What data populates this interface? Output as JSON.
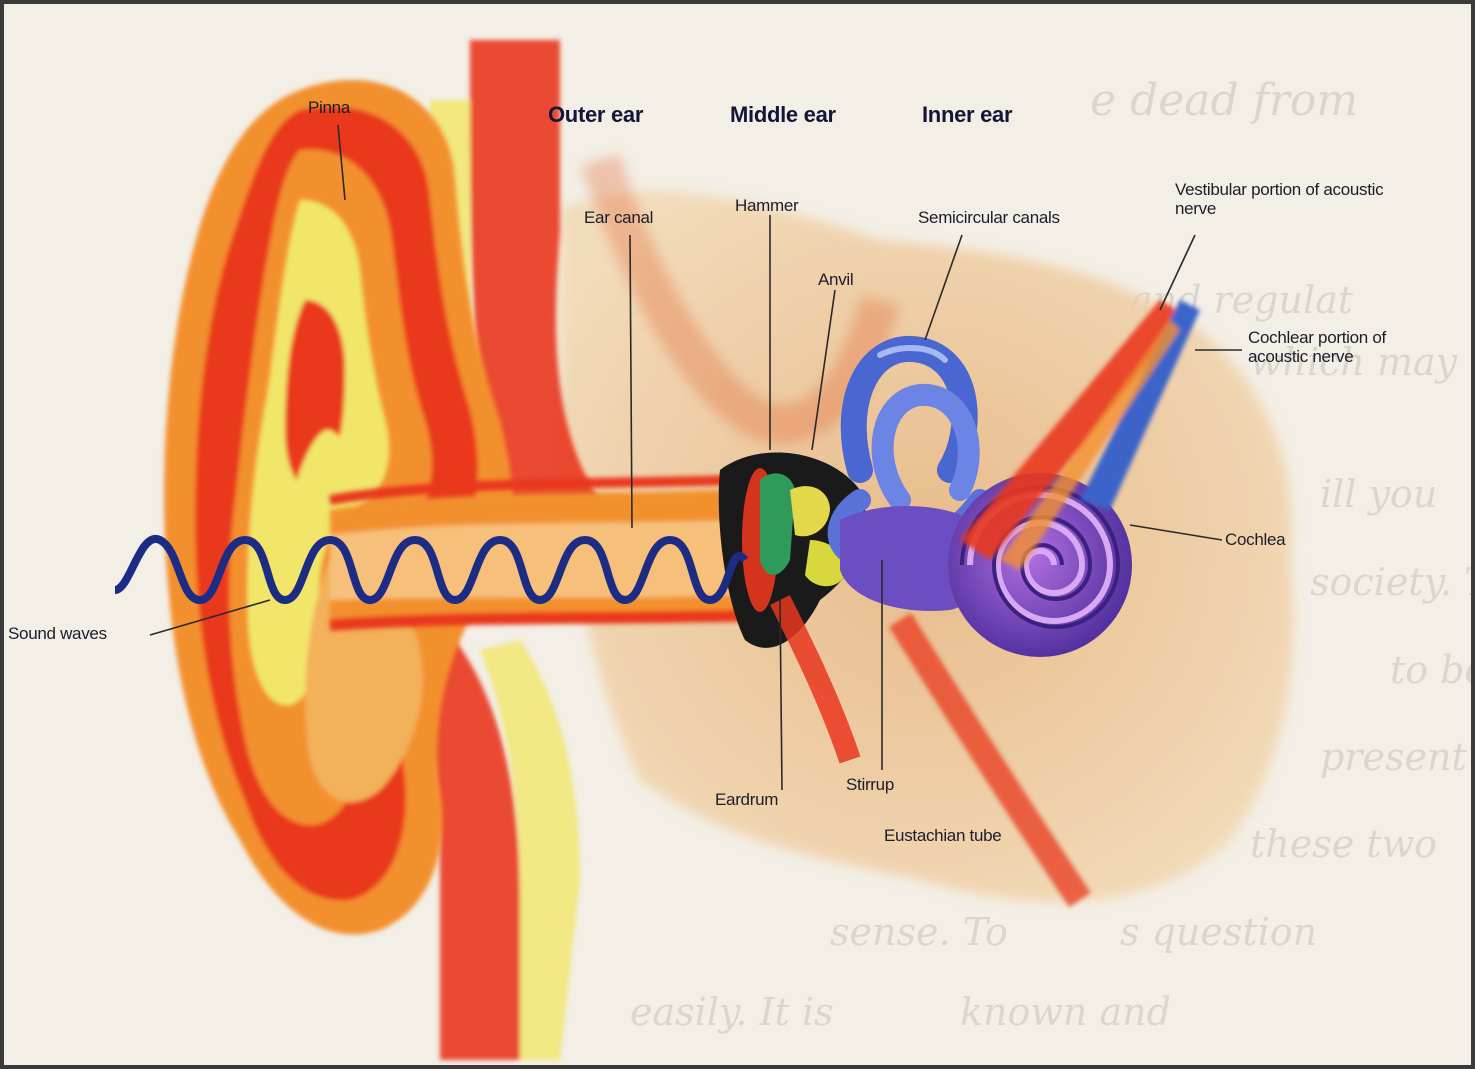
{
  "diagram": {
    "sections": {
      "outer": "Outer ear",
      "middle": "Middle ear",
      "inner": "Inner ear"
    },
    "labels": {
      "pinna": "Pinna",
      "ear_canal": "Ear canal",
      "hammer": "Hammer",
      "anvil": "Anvil",
      "semicircular": "Semicircular canals",
      "vestibular": "Vestibular portion of acoustic nerve",
      "cochlear_nerve": "Cochlear portion of acoustic nerve",
      "cochlea": "Cochlea",
      "sound_waves": "Sound waves",
      "eardrum": "Eardrum",
      "stirrup": "Stirrup",
      "eustachian": "Eustachian tube"
    }
  },
  "bleed_through": [
    "e dead from",
    "and regulat",
    "which may",
    "ill you",
    "society. The",
    "to be",
    "present",
    "these two",
    "sense. To",
    "s question",
    "easily. It is",
    "known and"
  ],
  "colors": {
    "skin_red": "#e8391e",
    "skin_orange": "#f3902e",
    "skin_yellow": "#f1e66a",
    "canal_blue": "#4a66d0",
    "cochlea_purple": "#7a3fb8",
    "wave_navy": "#1c2c84",
    "line": "#2a2a2a"
  }
}
